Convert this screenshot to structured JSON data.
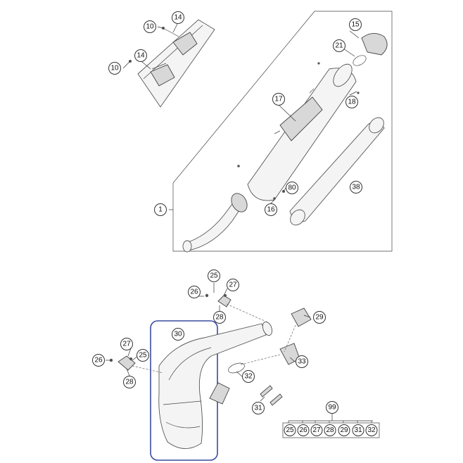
{
  "diagram": {
    "callouts": {
      "c10a": "10",
      "c14a": "14",
      "c10b": "10",
      "c14b": "14",
      "c15": "15",
      "c21": "21",
      "c17": "17",
      "c18": "18",
      "c80": "80",
      "c38": "38",
      "c1": "1",
      "c16": "16",
      "c25a": "25",
      "c26a": "26",
      "c27a": "27",
      "c28a": "28",
      "c29": "29",
      "c30": "30",
      "c27b": "27",
      "c26b": "26",
      "c25b": "25",
      "c28b": "28",
      "c33": "33",
      "c32": "32",
      "c31": "31",
      "c99": "99"
    },
    "kit_items": [
      "25",
      "26",
      "27",
      "28",
      "29",
      "31",
      "32"
    ],
    "highlight_color": "#3a4aa0"
  }
}
